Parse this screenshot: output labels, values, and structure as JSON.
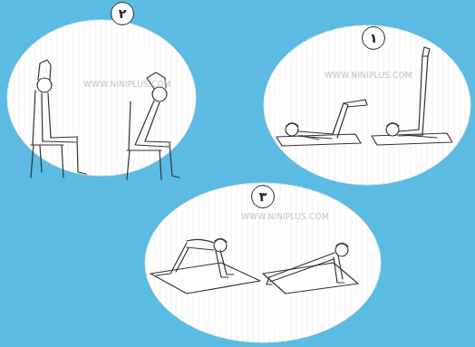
{
  "diagram": {
    "nodes": [
      {
        "text": [
          "۱"
        ]
      },
      {
        "text": [
          "۲"
        ]
      },
      {
        "text": [
          "۳"
        ]
      }
    ],
    "labels": [
      "WWW.NINIPLUS.COM",
      "WWW.NINIPLUS.COM",
      "WWW.NINIPLUS.COM"
    ]
  }
}
